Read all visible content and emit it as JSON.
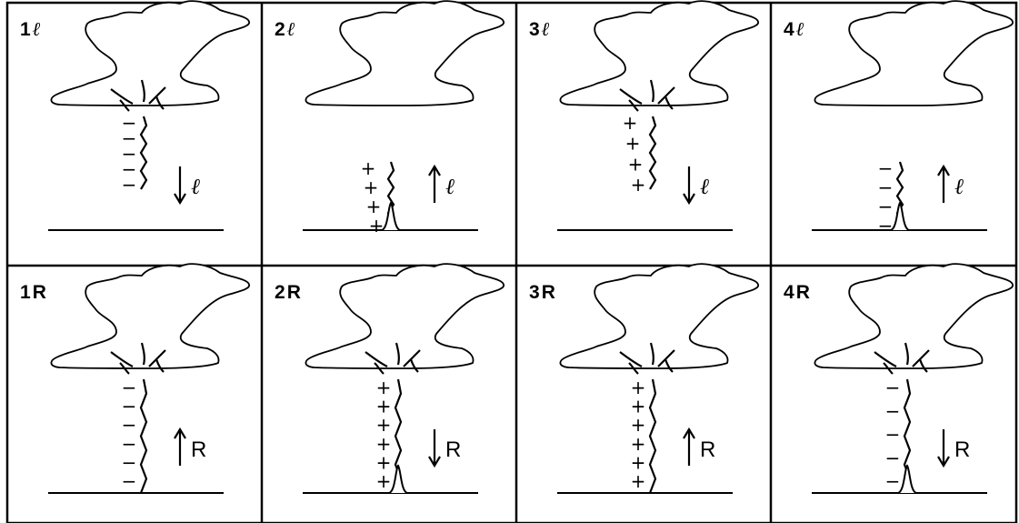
{
  "panels": [
    {
      "id": "1l",
      "number": "1",
      "suffix": "ℓ",
      "current_letter": "ℓ",
      "arrow": "down",
      "charge": "−",
      "charge_count": 5,
      "stroke": "downward-leader"
    },
    {
      "id": "2l",
      "number": "2",
      "suffix": "ℓ",
      "current_letter": "ℓ",
      "arrow": "up",
      "charge": "+",
      "charge_count": 4,
      "stroke": "upward-leader"
    },
    {
      "id": "3l",
      "number": "3",
      "suffix": "ℓ",
      "current_letter": "ℓ",
      "arrow": "down",
      "charge": "+",
      "charge_count": 4,
      "stroke": "downward-leader"
    },
    {
      "id": "4l",
      "number": "4",
      "suffix": "ℓ",
      "current_letter": "ℓ",
      "arrow": "up",
      "charge": "−",
      "charge_count": 4,
      "stroke": "upward-leader"
    },
    {
      "id": "1R",
      "number": "1",
      "suffix": "R",
      "current_letter": "R",
      "arrow": "up",
      "charge": "−",
      "charge_count": 6,
      "stroke": "return-stroke"
    },
    {
      "id": "2R",
      "number": "2",
      "suffix": "R",
      "current_letter": "R",
      "arrow": "down",
      "charge": "+",
      "charge_count": 6,
      "stroke": "return-stroke"
    },
    {
      "id": "3R",
      "number": "3",
      "suffix": "R",
      "current_letter": "R",
      "arrow": "up",
      "charge": "+",
      "charge_count": 6,
      "stroke": "return-stroke"
    },
    {
      "id": "4R",
      "number": "4",
      "suffix": "R",
      "current_letter": "R",
      "arrow": "down",
      "charge": "−",
      "charge_count": 5,
      "stroke": "return-stroke"
    }
  ],
  "colors": {
    "ink": "#000000",
    "background": "#ffffff"
  }
}
